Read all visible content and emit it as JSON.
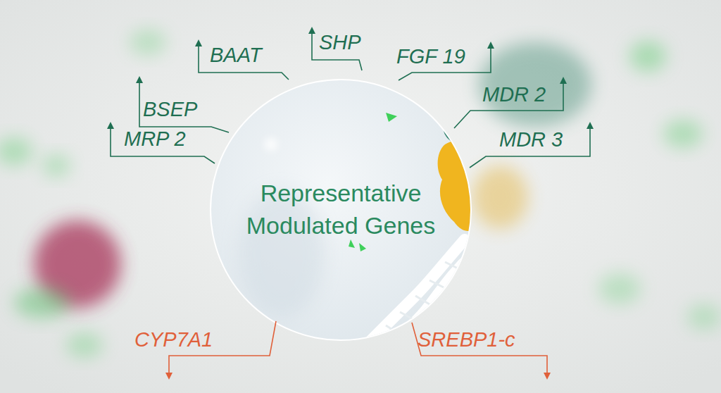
{
  "diagram": {
    "nodes": [
      {
        "text": [
          "Representative Modulated Genes"
        ]
      }
    ],
    "labels": [
      "MRP 2",
      "BSEP",
      "BAAT",
      "SHP",
      "FGF 19",
      "MDR 2",
      "MDR 3",
      "CYP7A1",
      "SREBP1-c"
    ]
  }
}
